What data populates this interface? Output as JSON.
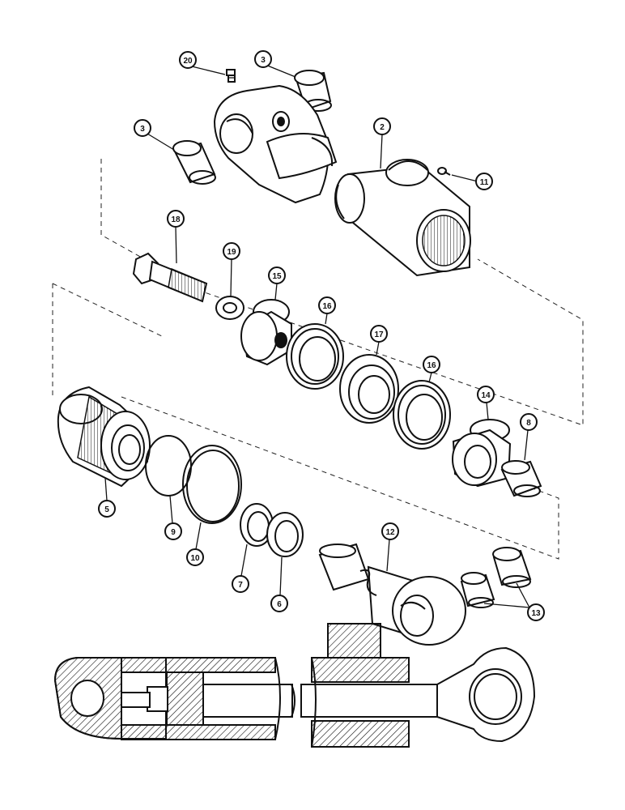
{
  "callouts": {
    "p20": "20",
    "p3a": "3",
    "p3b": "3",
    "p2": "2",
    "p11": "11",
    "p18": "18",
    "p19": "19",
    "p15": "15",
    "p16a": "16",
    "p17": "17",
    "p16b": "16",
    "p14": "14",
    "p8": "8",
    "p5": "5",
    "p9": "9",
    "p10": "10",
    "p7": "7",
    "p6": "6",
    "p12": "12",
    "p13": "13"
  }
}
